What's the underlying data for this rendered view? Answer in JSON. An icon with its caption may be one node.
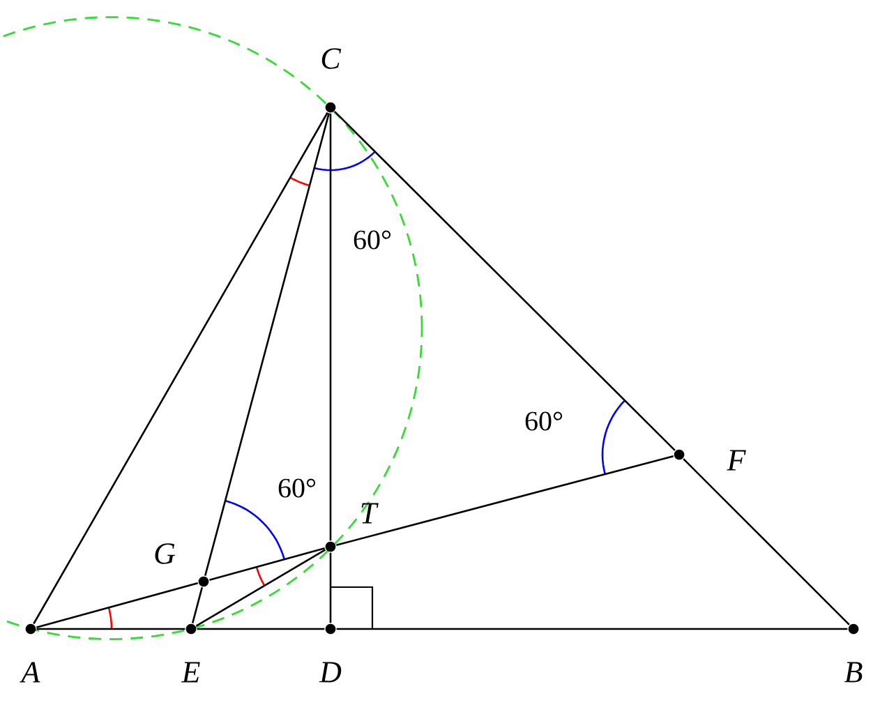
{
  "diagram": {
    "nodes": [
      {
        "text": [
          "A"
        ]
      },
      {
        "text": [
          "E"
        ]
      },
      {
        "text": [
          "D"
        ]
      },
      {
        "text": [
          "B"
        ]
      },
      {
        "text": [
          "C"
        ]
      },
      {
        "text": [
          "T"
        ]
      },
      {
        "text": [
          "G"
        ]
      },
      {
        "text": [
          "F"
        ]
      }
    ],
    "edges": [
      {
        "from": 0,
        "to": 1,
        "arrow": "none"
      },
      {
        "from": 1,
        "to": 2,
        "arrow": "none"
      },
      {
        "from": 2,
        "to": 3,
        "arrow": "none"
      },
      {
        "from": 0,
        "to": 4,
        "arrow": "none"
      },
      {
        "from": 4,
        "to": 7,
        "arrow": "none"
      },
      {
        "from": 7,
        "to": 3,
        "arrow": "none"
      },
      {
        "from": 4,
        "to": 5,
        "arrow": "none"
      },
      {
        "from": 5,
        "to": 2,
        "arrow": "none"
      },
      {
        "from": 4,
        "to": 6,
        "arrow": "none"
      },
      {
        "from": 6,
        "to": 1,
        "arrow": "none"
      },
      {
        "from": 0,
        "to": 6,
        "arrow": "none"
      },
      {
        "from": 6,
        "to": 5,
        "arrow": "none"
      },
      {
        "from": 5,
        "to": 7,
        "arrow": "none"
      },
      {
        "from": 1,
        "to": 5,
        "arrow": "none"
      }
    ],
    "labels": [
      "60°",
      "60°",
      "60°"
    ]
  }
}
